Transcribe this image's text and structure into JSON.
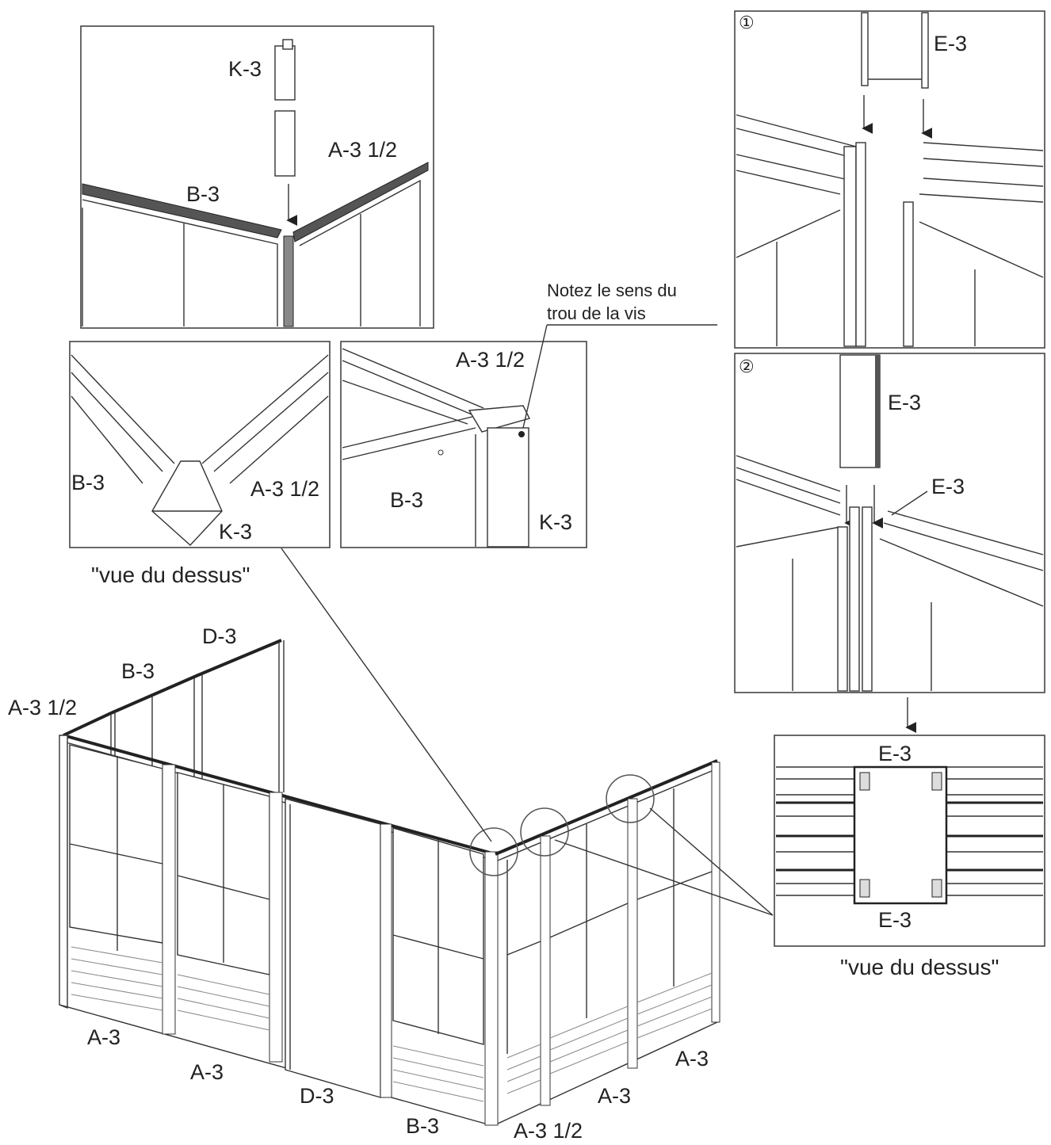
{
  "panel_tl": {
    "k3": "K-3",
    "a3half": "A-3 1/2",
    "b3": "B-3"
  },
  "panel_ml": {
    "b3": "B-3",
    "a3half": "A-3 1/2",
    "k3": "K-3",
    "caption": "\"vue du dessus\""
  },
  "panel_mc": {
    "a3half": "A-3 1/2",
    "b3": "B-3",
    "k3": "K-3"
  },
  "note": {
    "line1": "Notez le sens du",
    "line2": "trou de la vis"
  },
  "panel_r1": {
    "step": "①",
    "e3": "E-3"
  },
  "panel_r2": {
    "step": "②",
    "e3_top": "E-3",
    "e3_side": "E-3"
  },
  "panel_r3": {
    "e3_top": "E-3",
    "e3_bottom": "E-3",
    "caption": "\"vue du dessus\""
  },
  "main": {
    "d3_top": "D-3",
    "b3_top": "B-3",
    "a3half_top": "A-3 1/2",
    "a3_1": "A-3",
    "a3_2": "A-3",
    "d3_bottom": "D-3",
    "b3_bottom": "B-3",
    "a3half_bottom": "A-3 1/2",
    "a3_3": "A-3",
    "a3_4": "A-3"
  }
}
